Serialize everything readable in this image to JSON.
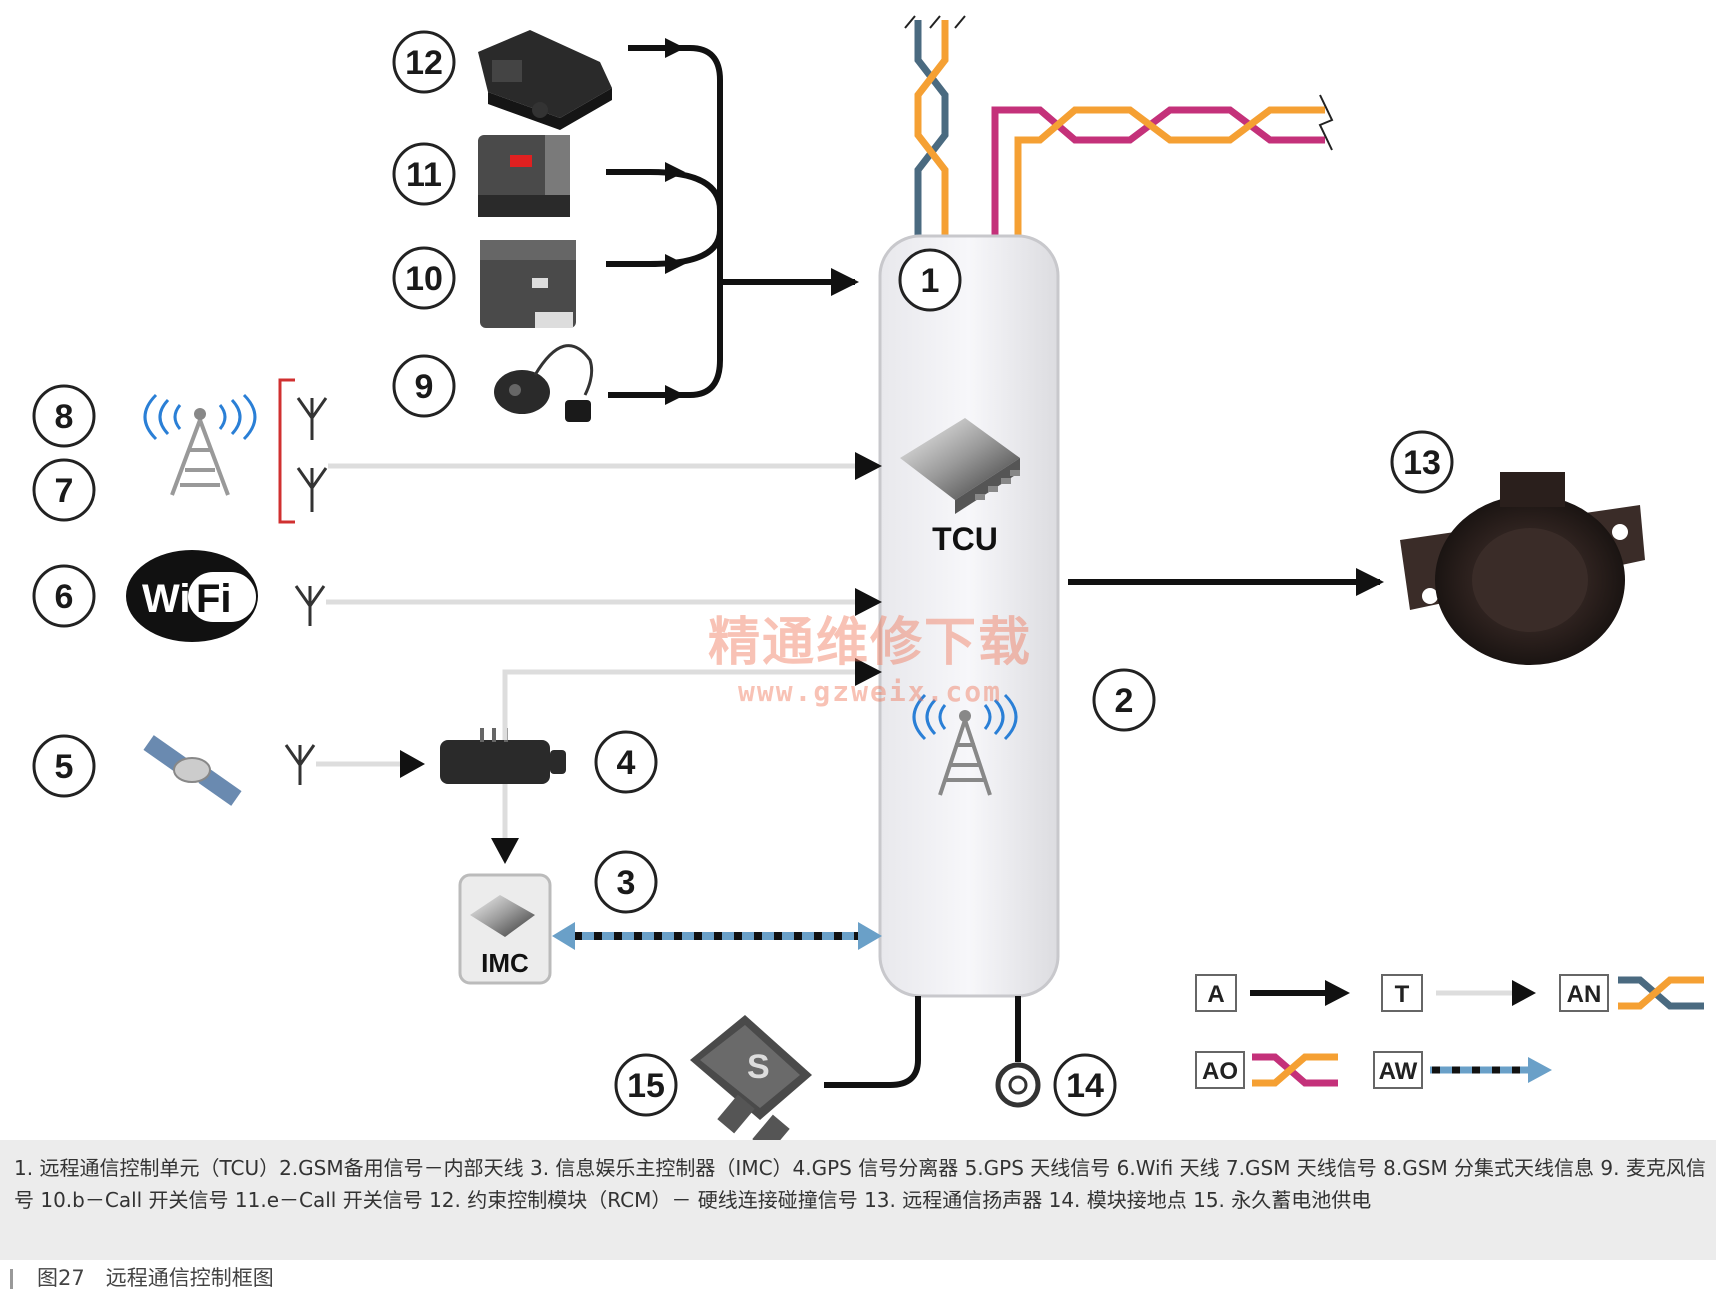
{
  "components": {
    "n1": "1",
    "n2": "2",
    "n3": "3",
    "n4": "4",
    "n5": "5",
    "n6": "6",
    "n7": "7",
    "n8": "8",
    "n9": "9",
    "n10": "10",
    "n11": "11",
    "n12": "12",
    "n13": "13",
    "n14": "14",
    "n15": "15"
  },
  "module_labels": {
    "tcu": "TCU",
    "imc": "IMC"
  },
  "wifi_logo": {
    "left": "Wi",
    "right": "Fi"
  },
  "legend": {
    "a": "A",
    "t": "T",
    "an": "AN",
    "ao": "AO",
    "aw": "AW"
  },
  "colors": {
    "orange": "#f5a033",
    "slate": "#4a6a80",
    "magenta": "#c4317a",
    "black": "#111111",
    "blue_dash": "#6aa0c8"
  },
  "watermark": {
    "line1": "精通维修下载",
    "line2": "www.gzweix.com"
  },
  "caption": "1. 远程通信控制单元（TCU）2.GSM备用信号－内部天线 3. 信息娱乐主控制器（IMC）4.GPS 信号分离器 5.GPS 天线信号 6.Wifi 天线 7.GSM 天线信号 8.GSM 分集式天线信息 9. 麦克风信号 10.b－Call 开关信号 11.e－Call 开关信号 12. 约束控制模块（RCM）－ 硬线连接碰撞信号 13. 远程通信扬声器 14. 模块接地点 15. 永久蓄电池供电",
  "figure_title": "图27　远程通信控制框图"
}
